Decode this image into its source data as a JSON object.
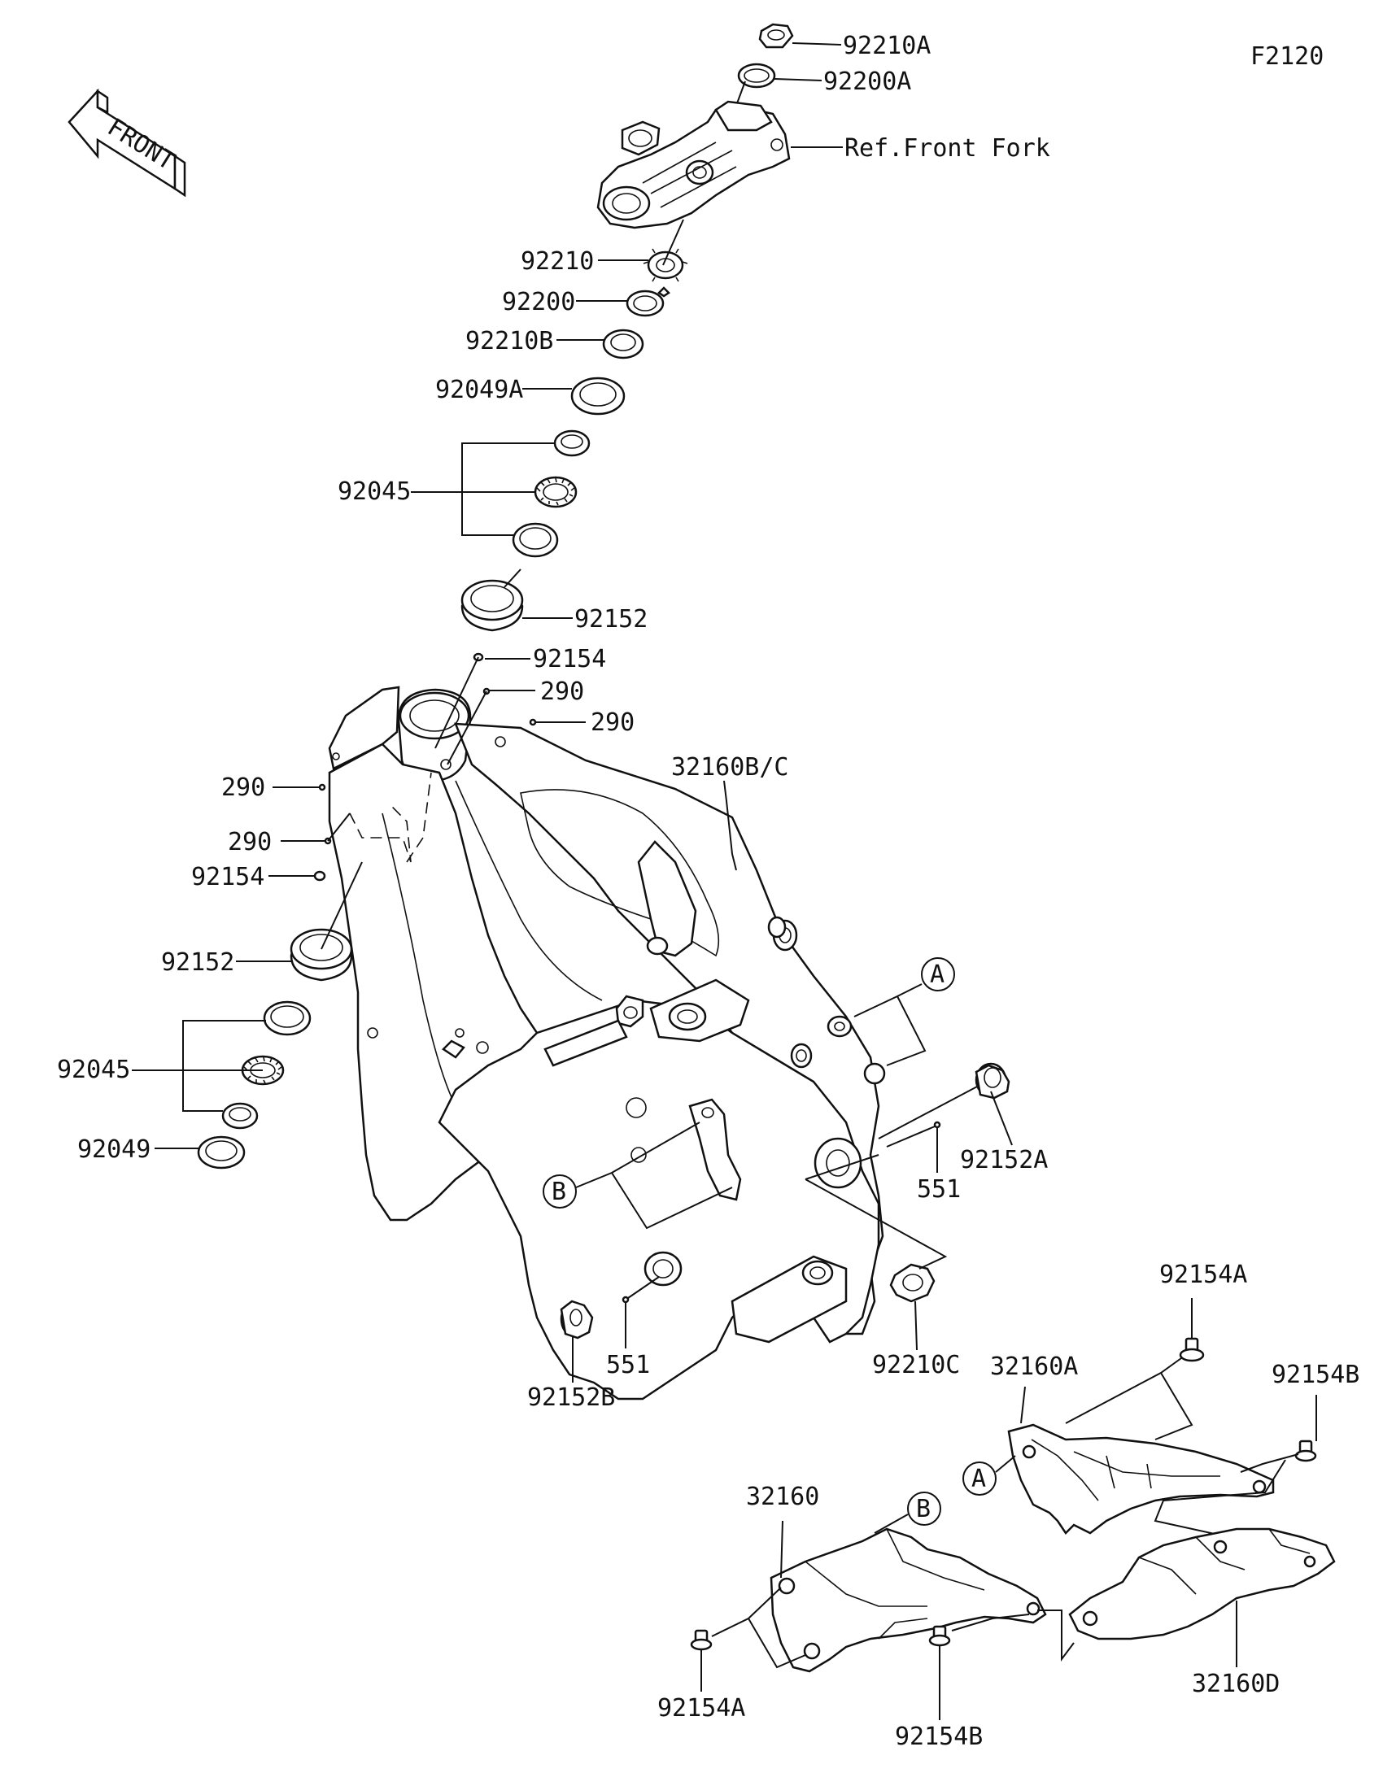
{
  "diagram": {
    "code": "F2120",
    "front_label": "FRONT",
    "labels": {
      "nut_top": "92210A",
      "washer_top": "92200A",
      "ref_front_fork": "Ref.Front Fork",
      "nut_mid": "92210",
      "washer_mid": "92200",
      "nut_lower": "92210B",
      "seal_upper": "92049A",
      "bearing_upper": "92045",
      "race_upper": "92152",
      "screw_head": "92154",
      "plug_1": "290",
      "plug_2": "290",
      "plug_3": "290",
      "plug_4": "290",
      "screw_left": "92154",
      "race_lower": "92152",
      "bearing_lower": "92045",
      "seal_lower": "92049",
      "frame": "32160B/C",
      "collar_a": "92152A",
      "pin_right": "551",
      "pin_left": "551",
      "collar_b": "92152B",
      "nut_pivot": "92210C",
      "bolt_a_top": "92154A",
      "cover_a": "32160A",
      "bolt_b_right": "92154B",
      "cover": "32160",
      "bolt_a_bottom": "92154A",
      "bolt_b_bottom": "92154B",
      "cover_d": "32160D"
    },
    "callouts": {
      "a_frame": "A",
      "b_frame": "B",
      "a_cover": "A",
      "b_cover": "B"
    }
  }
}
